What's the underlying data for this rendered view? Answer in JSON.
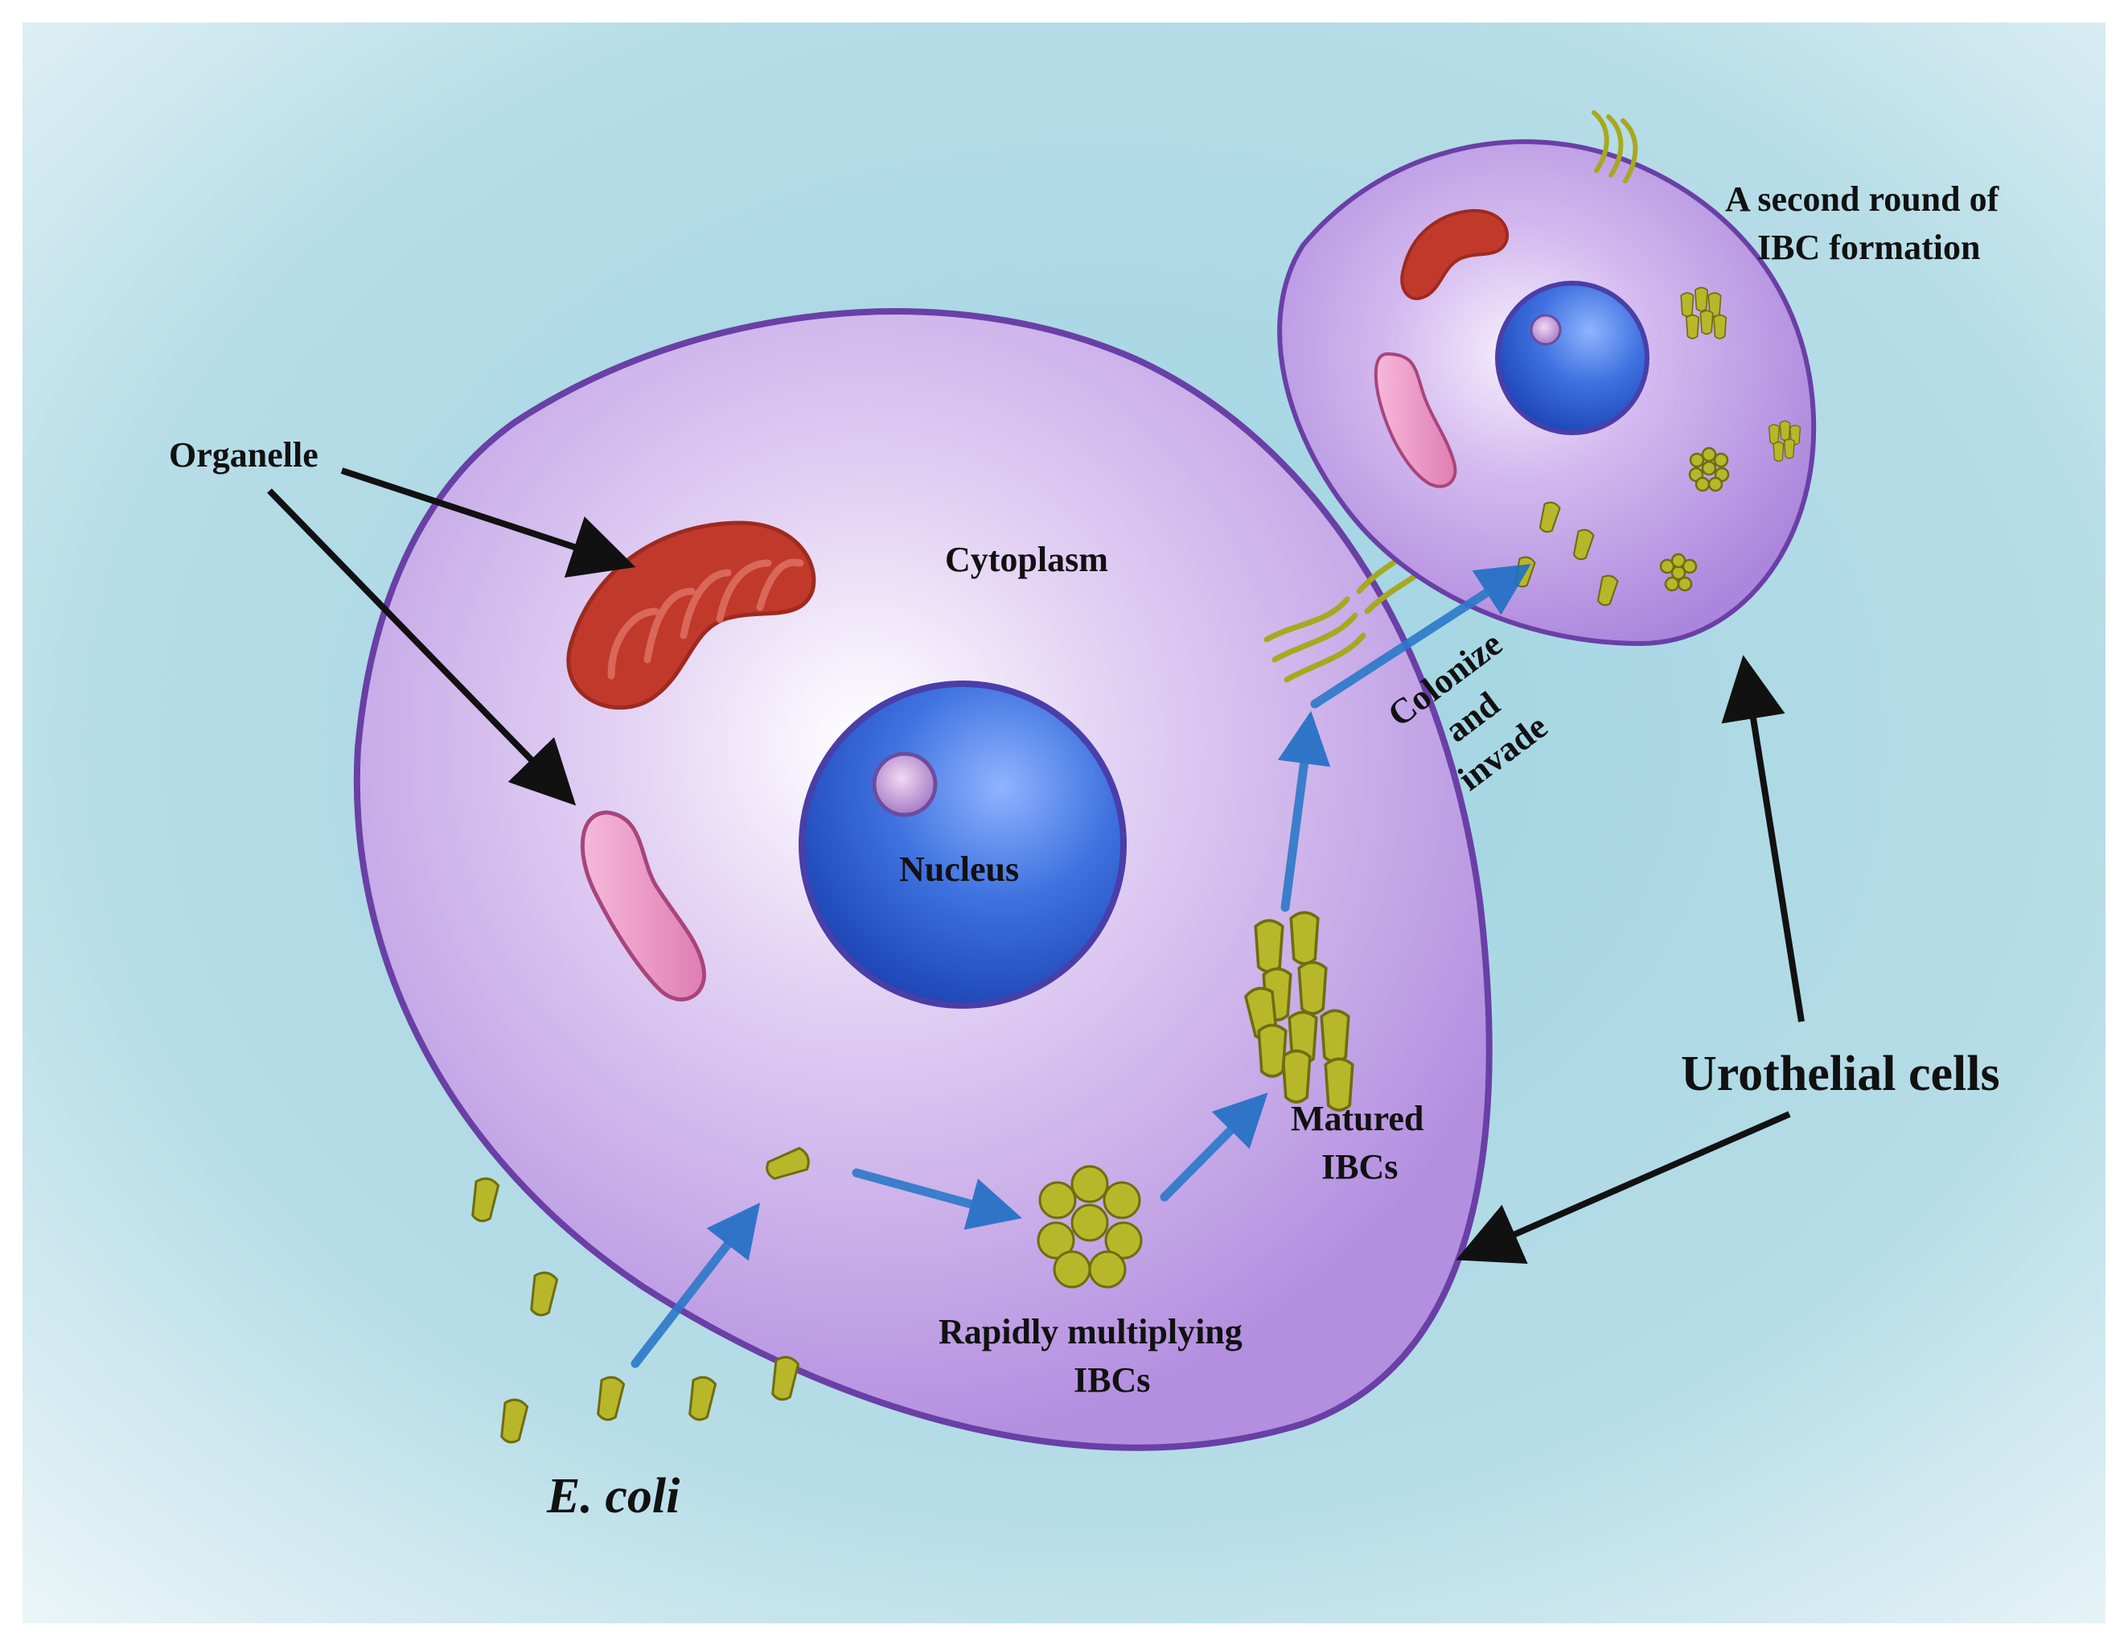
{
  "labels": {
    "organelle": "Organelle",
    "cytoplasm": "Cytoplasm",
    "nucleus": "Nucleus",
    "second_round_line1": "A second round of",
    "second_round_line2": "IBC formation",
    "colonize_line1": "Colonize",
    "colonize_line2": "and",
    "colonize_line3": "invade",
    "matured_line1": "Matured",
    "matured_line2": "IBCs",
    "rapid_line1": "Rapidly multiplying",
    "rapid_line2": "IBCs",
    "urothelial": "Urothelial cells",
    "ecoli": "E. coli"
  },
  "colors": {
    "background": "#a9d7e3",
    "cell_fill": "#b48fe0",
    "cell_stroke": "#6a3fa6",
    "nucleus": "#2f5fcf",
    "mitochondrion": "#c0392b",
    "organelle_pink": "#e98cbf",
    "bacteria": "#b8b72a",
    "process_arrow": "#2b79c9",
    "pointer_arrow": "#111111"
  },
  "icons": [
    "large-urothelial-cell",
    "small-urothelial-cell",
    "nucleus",
    "mitochondrion",
    "pink-organelle",
    "ecoli-bacterium",
    "ibc-cluster",
    "pili-fimbriae"
  ]
}
